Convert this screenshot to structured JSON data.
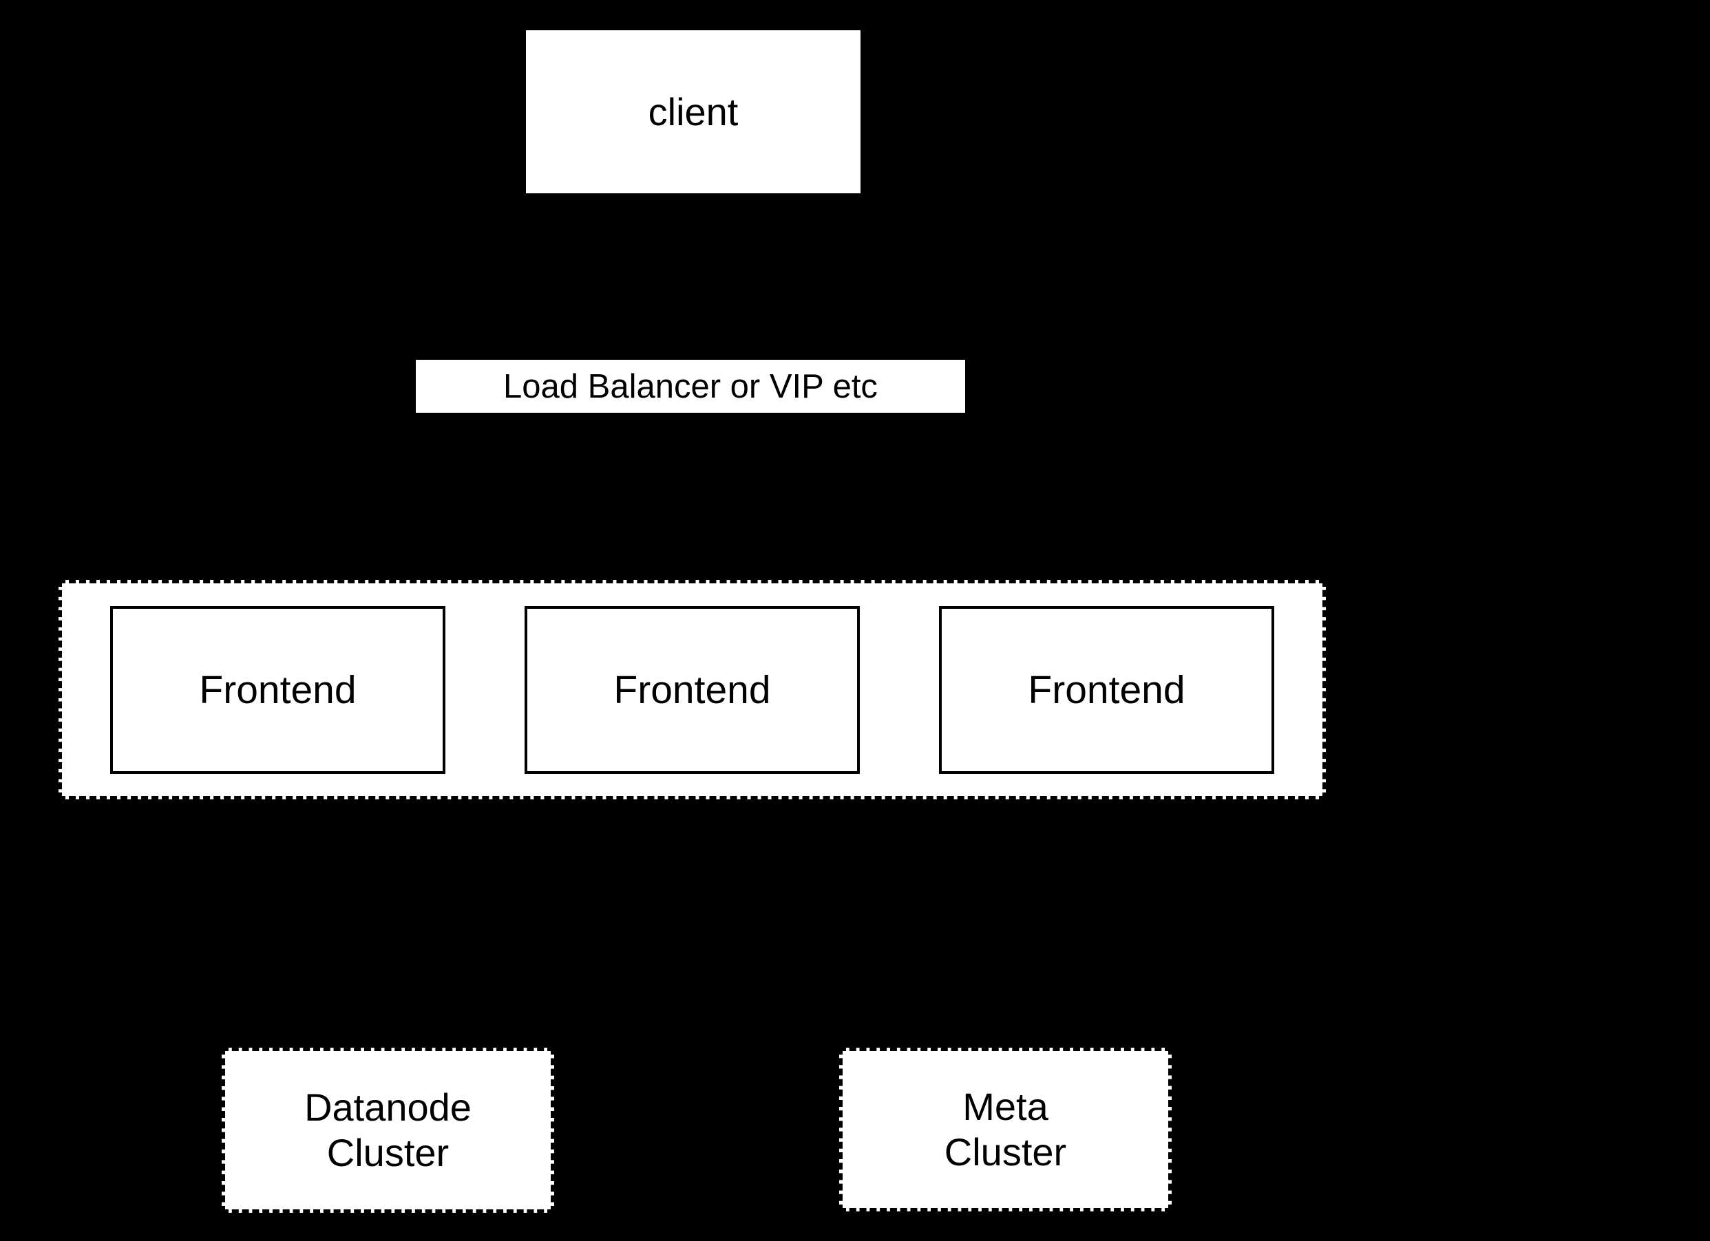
{
  "diagram": {
    "colors": {
      "background": "#000000",
      "node_fill": "#ffffff",
      "border": "#000000",
      "text": "#000000"
    },
    "nodes": {
      "client": {
        "label": "client"
      },
      "load_balancer": {
        "label": "Load Balancer or VIP etc"
      },
      "frontends": [
        {
          "label": "Frontend"
        },
        {
          "label": "Frontend"
        },
        {
          "label": "Frontend"
        }
      ],
      "datanode_cluster": {
        "lines": [
          "Datanode",
          "Cluster"
        ]
      },
      "meta_cluster": {
        "lines": [
          "Meta",
          "Cluster"
        ]
      }
    }
  }
}
